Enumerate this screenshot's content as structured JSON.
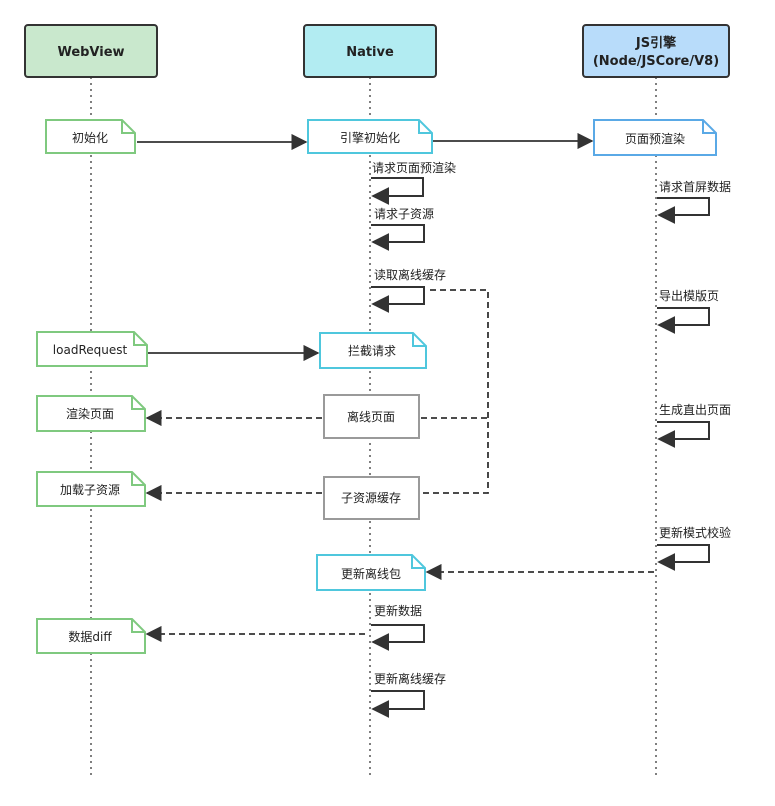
{
  "participants": {
    "webview": {
      "label": "WebView",
      "fill": "#c9e8cd",
      "stroke": "#333333"
    },
    "native": {
      "label": "Native",
      "fill": "#b2ecf2",
      "stroke": "#333333"
    },
    "js": {
      "label_line1": "JS引擎",
      "label_line2": "(Node/JSCore/V8)",
      "fill": "#b8dcfa",
      "stroke": "#333333"
    }
  },
  "notes": {
    "webview_init": "初始化",
    "native_engine_init": "引擎初始化",
    "js_prerender": "页面预渲染",
    "webview_load_request": "loadRequest",
    "native_intercept": "拦截请求",
    "webview_render_page": "渲染页面",
    "native_offline_page": "离线页面",
    "webview_load_subres": "加载子资源",
    "native_subres_cache": "子资源缓存",
    "native_update_pkg": "更新离线包",
    "webview_data_diff": "数据diff"
  },
  "self_messages": {
    "request_prerender": "请求页面预渲染",
    "request_subres": "请求子资源",
    "read_offline_cache": "读取离线缓存",
    "update_data": "更新数据",
    "update_offline_cache": "更新离线缓存",
    "request_first_screen": "请求首屏数据",
    "export_template": "导出模版页",
    "generate_page": "生成直出页面",
    "update_mode_verify": "更新模式校验"
  },
  "colors": {
    "webview_note": "#7fc97f",
    "native_note": "#4fc7dd",
    "js_note": "#5aa9e6",
    "gray_note": "#9a9a9a",
    "line": "#333333",
    "lifeline": "#555555"
  }
}
